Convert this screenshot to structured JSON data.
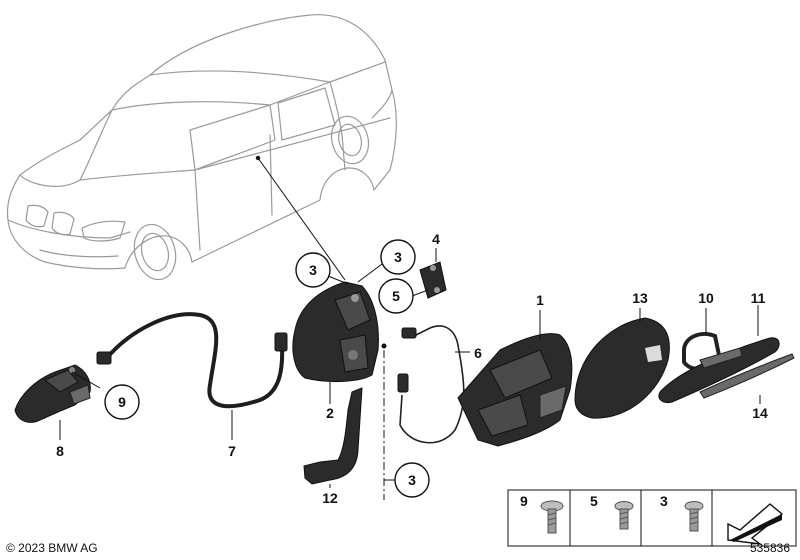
{
  "callouts": {
    "c1": "1",
    "c2": "2",
    "c3a": "3",
    "c3b": "3",
    "c3c": "3",
    "c4": "4",
    "c5": "5",
    "c6": "6",
    "c7": "7",
    "c8": "8",
    "c9": "9",
    "c10": "10",
    "c11": "11",
    "c12": "12",
    "c13": "13",
    "c14": "14"
  },
  "legend": {
    "item_9": "9",
    "item_5": "5",
    "item_3": "3"
  },
  "footer": {
    "copyright": "© 2023 BMW AG",
    "diagram_id": "535836"
  },
  "colors": {
    "part_fill": "#2b2b2b",
    "car_outline": "#9a9a9a",
    "label": "#111111"
  },
  "icons": {
    "legend_arrow": "arrow-down-left-icon"
  }
}
